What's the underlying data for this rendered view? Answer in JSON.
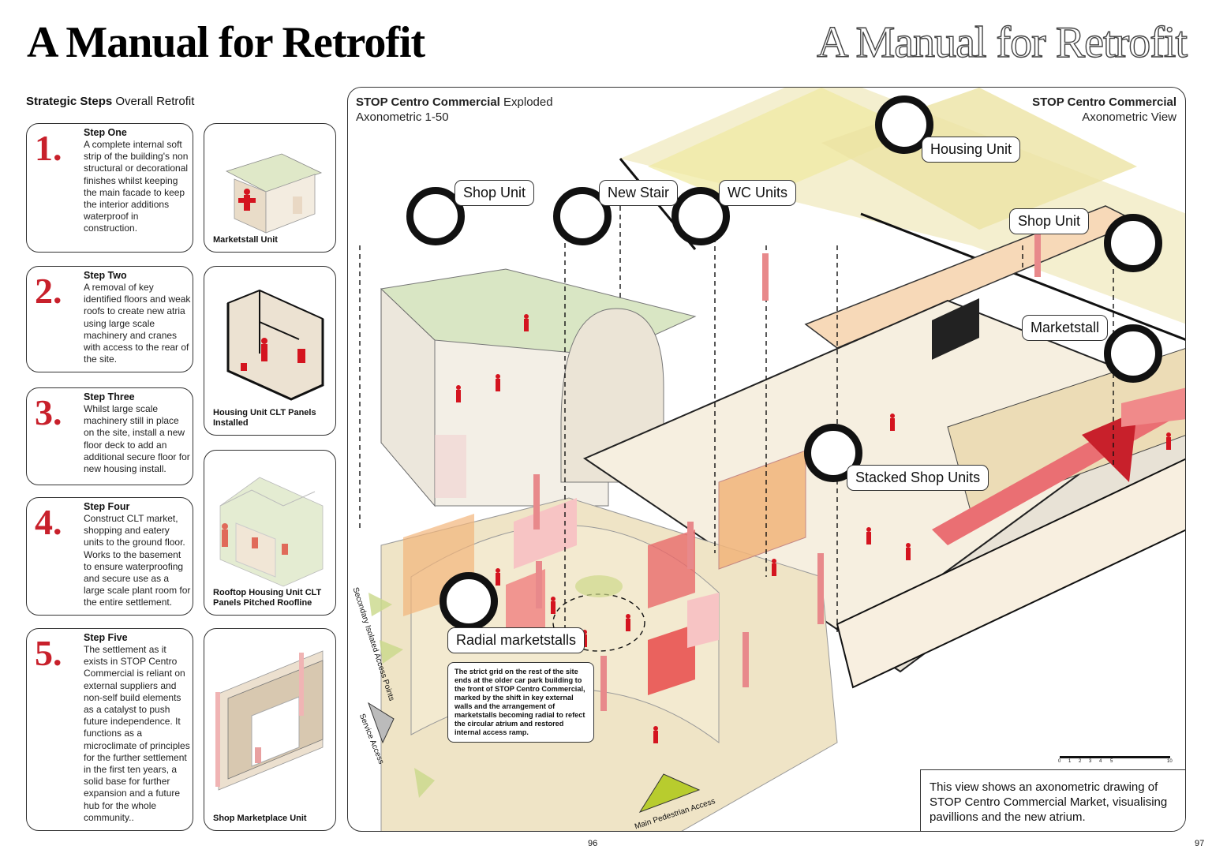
{
  "page": {
    "title": "A Manual for Retrofit",
    "title_outline": "A Manual for Retrofit",
    "page_left": "96",
    "page_right": "97"
  },
  "steps_panel": {
    "heading_bold": "Strategic Steps",
    "heading_rest": " Overall Retrofit",
    "steps": [
      {
        "num": "1.",
        "title": "Step One",
        "text": "A complete internal soft strip of the building's non structural or decorational finishes whilst keeping the main facade to keep the interior additions waterproof in construction.",
        "thumb_caption": "Marketstall Unit"
      },
      {
        "num": "2.",
        "title": "Step Two",
        "text": "A removal of key identified floors and weak roofs to create new atria using large scale machinery and cranes with access to the rear of the site.",
        "thumb_caption": "Housing Unit CLT Panels Installed"
      },
      {
        "num": "3.",
        "title": "Step Three",
        "text": "Whilst large scale machinery still in place on the site, install a new floor deck to add an additional secure floor for new housing install.",
        "thumb_caption": "Rooftop Housing Unit CLT Panels Pitched Roofline"
      },
      {
        "num": "4.",
        "title": "Step Four",
        "text": "Construct CLT market, shopping and eatery units to the ground floor. Works to the basement to ensure waterproofing and secure use as a large scale plant room for the entire settlement.",
        "thumb_caption": "Shop Marketplace Unit"
      },
      {
        "num": "5.",
        "title": "Step Five",
        "text": "The settlement as it exists in STOP Centro Commercial is reliant on external suppliers and non-self build elements as a catalyst to push future independence. It functions as a microclimate of principles for the further settlement in the first ten years, a solid base for further expansion and a future hub for the whole community..",
        "thumb_caption": ""
      }
    ]
  },
  "drawing": {
    "heading_left_bold": "STOP Centro Commercial",
    "heading_left_rest": " Exploded",
    "heading_left_line2": "Axonometric 1-50",
    "heading_right_bold": "STOP Centro Commercial",
    "heading_right_line2": "Axonometric View",
    "labels": {
      "housing_unit": "Housing Unit",
      "shop_unit_left": "Shop Unit",
      "new_stair": "New Stair",
      "wc_units": "WC Units",
      "shop_unit_right": "Shop Unit",
      "marketstall": "Marketstall",
      "stacked_shop_units": "Stacked Shop Units",
      "radial_marketstalls": "Radial marketstalls"
    },
    "radial_note": "The strict grid on the rest of the site ends at the older car park building to the front of STOP Centro Commercial, marked by the shift in key external walls and the arrangement of marketstalls becoming radial to refect the circular atrium and restored internal access ramp.",
    "access_labels": {
      "secondary": "Secondary Isolated Access Points",
      "service": "Service Access",
      "main": "Main Pedestrian Access"
    },
    "scale_ticks": [
      "0",
      "1",
      "2",
      "3",
      "4",
      "5",
      "10"
    ],
    "summary": "This view shows an axonometric drawing of STOP Centro Commercial Market, visualising pavillions and the new atrium."
  },
  "colors": {
    "accent_red": "#c8202b",
    "figure_red": "#d4141f",
    "housing_yellow": "#efe9a0",
    "roof_green": "#d9e6c4",
    "shop_orange": "#f2b57a",
    "floor_tan": "#ecdcb6"
  }
}
